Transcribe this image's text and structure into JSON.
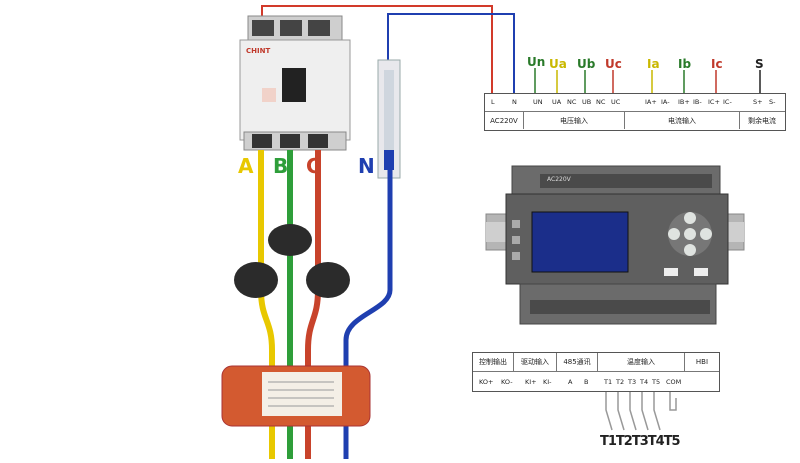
{
  "breaker": {
    "brand": "CHINT",
    "phase_labels": {
      "a": "A",
      "b": "B",
      "c": "C",
      "n": "N"
    }
  },
  "top_terminal": {
    "headers": [
      {
        "text": "Un",
        "color": "#2a7a2a"
      },
      {
        "text": "Ua",
        "color": "#c9b800"
      },
      {
        "text": "Ub",
        "color": "#2a7a2a"
      },
      {
        "text": "Uc",
        "color": "#c0392b"
      },
      {
        "text": "Ia",
        "color": "#c9b800"
      },
      {
        "text": "Ib",
        "color": "#2a7a2a"
      },
      {
        "text": "Ic",
        "color": "#c0392b"
      },
      {
        "text": "S",
        "color": "#222222"
      }
    ],
    "pins": [
      "L",
      "N",
      "UN",
      "UA",
      "NC",
      "UB",
      "NC",
      "UC",
      "IA+",
      "IA-",
      "IB+",
      "IB-",
      "IC+",
      "IC-",
      "S+",
      "S-"
    ],
    "groups": [
      "AC220V",
      "电压输入",
      "电流输入",
      "剩余电流"
    ]
  },
  "device": {
    "header_text": "AC220V",
    "buttons": [
      "",
      ""
    ]
  },
  "bottom_terminal": {
    "groups": [
      "控制输出",
      "驱动输入",
      "485通讯",
      "温度输入",
      "HBI"
    ],
    "pins": [
      "KO+",
      "KO-",
      "KI+",
      "KI-",
      "A",
      "B",
      "T1",
      "T2",
      "T3",
      "T4",
      "T5",
      "COM"
    ],
    "sensor_labels": "T1T2T3T4T5"
  },
  "colors": {
    "phase_a": "#e8c800",
    "phase_b": "#2e9e3a",
    "phase_c": "#c8432b",
    "neutral": "#1f3fb0",
    "red_wire": "#d23a2a"
  }
}
